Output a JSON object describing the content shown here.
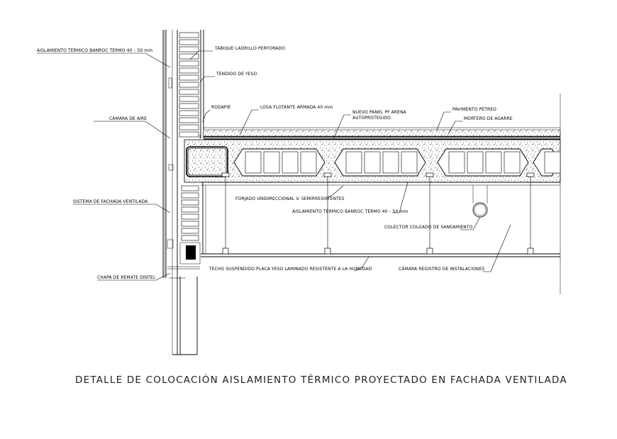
{
  "title": "DETALLE DE COLOCACIÓN AISLAMIENTO TÉRMICO PROYECTADO EN FACHADA VENTILADA",
  "labels": {
    "aislamiento_top": "AISLAMIENTO TÉRMICO BANROC TERMO 40 – 50 mm",
    "tabique": "TABIQUE LADRILLO PERFORADO",
    "tendido": "TENDIDO DE YESO",
    "rodapie": "RODAPIE",
    "losa": "LOSA FLOTANTE ARMADA 40 mm",
    "panel_1": "NUEVO PANEL PF ARENA",
    "panel_2": "AUTOPROTEGIDO",
    "pavimento": "PAVIMENTO PETREO",
    "mortero": "MORTERO DE AGARRE",
    "camara_aire": "CÁMARA DE AIRE",
    "forjado": "FORJADO UNIDIRECCIONAL V. SEMIRRESISTENTES",
    "aislamiento_mid": "AISLAMIENTO TÉRMICO BANROC TERMO 40 – 50 mm",
    "sistema": "SISTEMA DE FACHADA VENTILADA",
    "colector": "COLECTOR COLGADO DE SANEAMIENTO",
    "techo": "TECHO SUSPENDIDO PLACA  YESO LAMINADO RESISTENTE A LA HUMEDAD",
    "camara_registro": "CÁMARA REGISTRO DE INSTALACIONES",
    "chapa": "CHAPA DE REMATE DINTEL"
  }
}
